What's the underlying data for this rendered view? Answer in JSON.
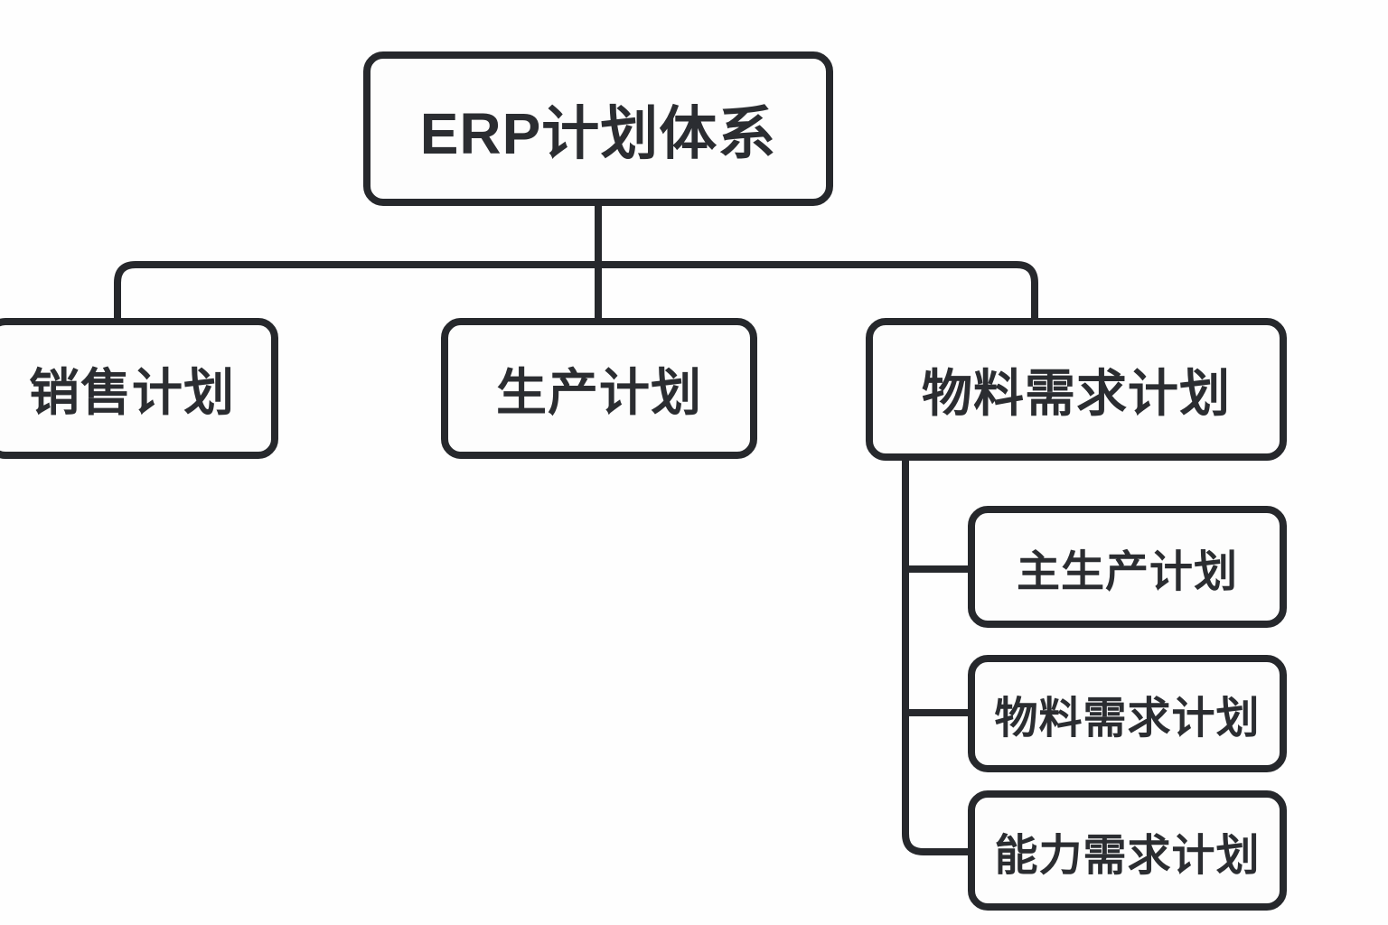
{
  "diagram": {
    "title": "ERP计划体系",
    "type": "org-chart",
    "colors": {
      "stroke": "#26282c",
      "background": "#fefefe",
      "node_fill": "#fdfdfd",
      "text": "#2b2d31"
    },
    "root": {
      "id": "erp",
      "label": "ERP计划体系"
    },
    "level2": [
      {
        "id": "sales",
        "label": "销售计划",
        "parent": "erp"
      },
      {
        "id": "production",
        "label": "生产计划",
        "parent": "erp"
      },
      {
        "id": "mrp",
        "label": "物料需求计划",
        "parent": "erp"
      }
    ],
    "mrp_children": [
      {
        "id": "mps",
        "label": "主生产计划",
        "parent": "mrp"
      },
      {
        "id": "mrp2",
        "label": "物料需求计划",
        "parent": "mrp"
      },
      {
        "id": "crp",
        "label": "能力需求计划",
        "parent": "mrp"
      }
    ]
  }
}
